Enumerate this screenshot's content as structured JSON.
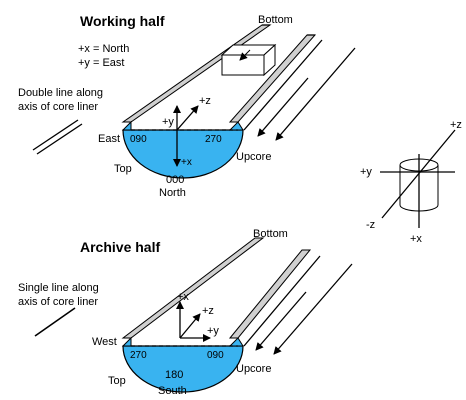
{
  "colors": {
    "core_fill": "#39b3f0",
    "liner_wall": "#d0d0d0",
    "line": "#000000"
  },
  "working": {
    "title": "Working half",
    "axes_line1": "+x = North",
    "axes_line2": "+y = East",
    "double_line_1": "Double line along",
    "double_line_2": "axis of core liner",
    "bottom": "Bottom",
    "upcore": "Upcore",
    "top": "Top",
    "east": "East",
    "angle_left": "090",
    "angle_right": "270",
    "angle_bottom": "000",
    "north": "North",
    "plus_y": "+y",
    "plus_z": "+z",
    "plus_x": "+x"
  },
  "archive": {
    "title": "Archive half",
    "single_line_1": "Single line along",
    "single_line_2": "axis of core liner",
    "bottom": "Bottom",
    "upcore": "Upcore",
    "top": "Top",
    "west": "West",
    "angle_left": "270",
    "angle_right": "090",
    "angle_bottom": "180",
    "south": "South",
    "plus_x": "+x",
    "plus_z": "+z",
    "plus_y": "+y"
  },
  "cylinder": {
    "plus_z": "+z",
    "plus_y": "+y",
    "minus_z": "-z",
    "plus_x": "+x"
  }
}
